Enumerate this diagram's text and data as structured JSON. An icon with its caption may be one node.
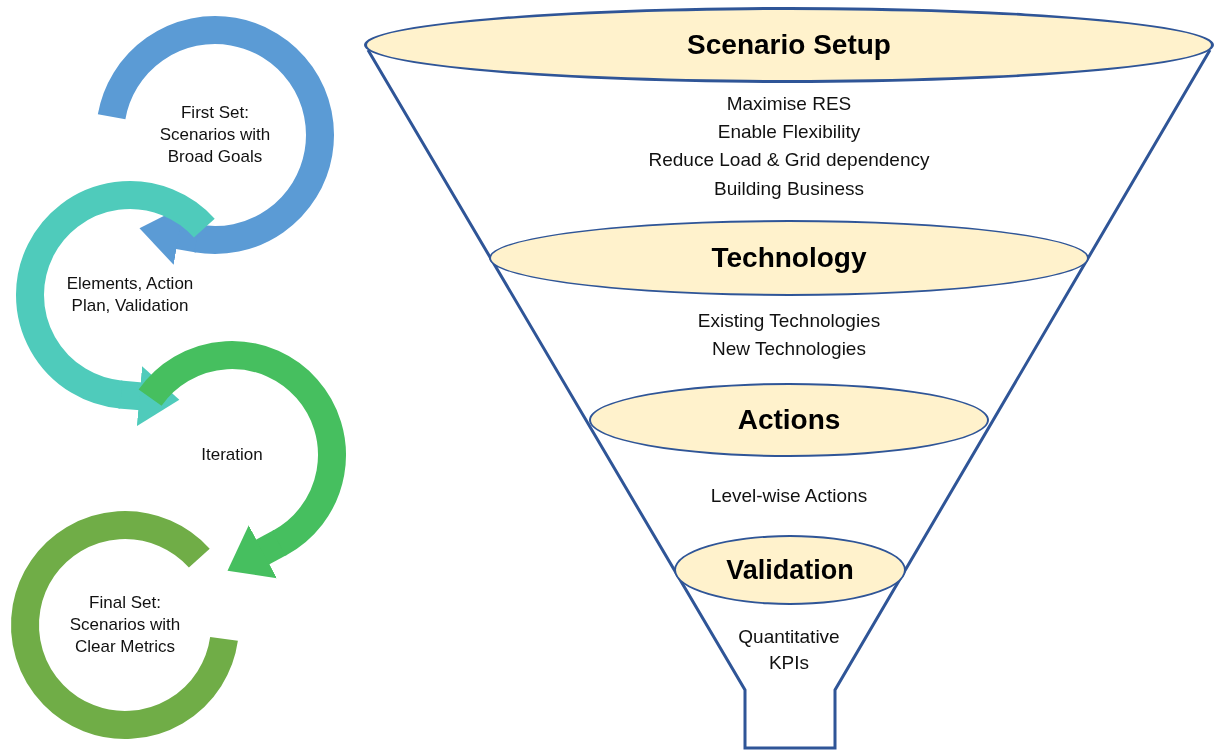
{
  "diagram": {
    "nodes": [
      {
        "text": [
          "First Set: Scenarios with Broad Goals"
        ]
      },
      {
        "text": [
          "Elements, Action Plan, Validation"
        ]
      },
      {
        "text": [
          "Iteration"
        ]
      },
      {
        "text": [
          "Final Set: Scenarios with Clear Metrics"
        ]
      },
      {
        "text": [
          "Maximise RES",
          "Enable Flexibility",
          "Reduce Load & Grid dependency",
          "Building Business",
          "Existing Technologies",
          "New Technologies",
          "Level-wise Actions",
          "Quantitative",
          "KPIs"
        ]
      },
      {
        "text": [
          "Scenario Setup"
        ],
        "in": 4
      },
      {
        "text": [
          "Technology"
        ],
        "in": 4
      },
      {
        "text": [
          "Actions"
        ],
        "in": 4
      },
      {
        "text": [
          "Validation"
        ],
        "in": 4
      }
    ],
    "edges": [
      {
        "from": 0,
        "to": 1,
        "arrow": "to",
        "color": "#5b9bd5"
      },
      {
        "from": 1,
        "to": 2,
        "arrow": "to",
        "color": "#4fcbbb"
      },
      {
        "from": 2,
        "to": 3,
        "arrow": "to",
        "color": "#46bf5f"
      }
    ]
  }
}
